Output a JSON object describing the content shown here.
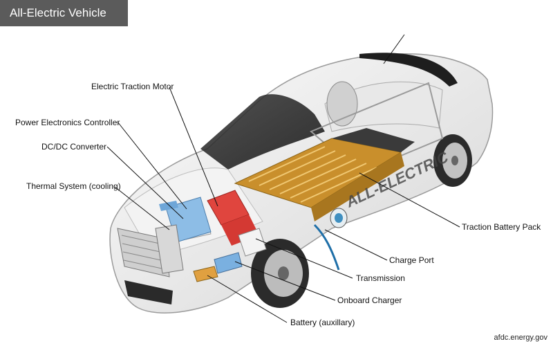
{
  "header": {
    "title": "All-Electric Vehicle"
  },
  "labels": {
    "motor": "Electric Traction Motor",
    "controller": "Power Electronics Controller",
    "dcdc": "DC/DC Converter",
    "thermal": "Thermal System (cooling)",
    "battery_pack": "Traction Battery Pack",
    "charge_port": "Charge Port",
    "transmission": "Transmission",
    "charger": "Onboard Charger",
    "aux_battery": "Battery (auxillary)"
  },
  "body_text": "ALL-ELECTRIC",
  "credit": "afdc.energy.gov",
  "colors": {
    "title_bg": "#5b5b5b",
    "battery_cells": "#d9a23a",
    "motor": "#e0453e",
    "electronics": "#7fb3e0",
    "car_body": "#eeeeee"
  }
}
